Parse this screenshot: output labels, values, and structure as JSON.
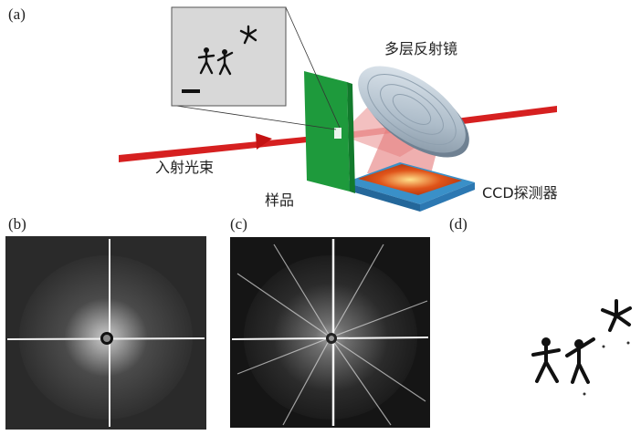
{
  "panels": {
    "a": {
      "label": "(a)"
    },
    "b": {
      "label": "(b)"
    },
    "c": {
      "label": "(c)"
    },
    "d": {
      "label": "(d)"
    }
  },
  "setup": {
    "multilayer_mirror_label": "多层反射镜",
    "incident_beam_label": "入射光束",
    "sample_label": "样品",
    "ccd_detector_label": "CCD探测器"
  },
  "colors": {
    "beam": "#d62020",
    "sample_plate": "#1e9a3c",
    "mirror": "#b9c6d2",
    "ccd_base": "#3a90c8",
    "ccd_sensor": "#e0541a"
  }
}
